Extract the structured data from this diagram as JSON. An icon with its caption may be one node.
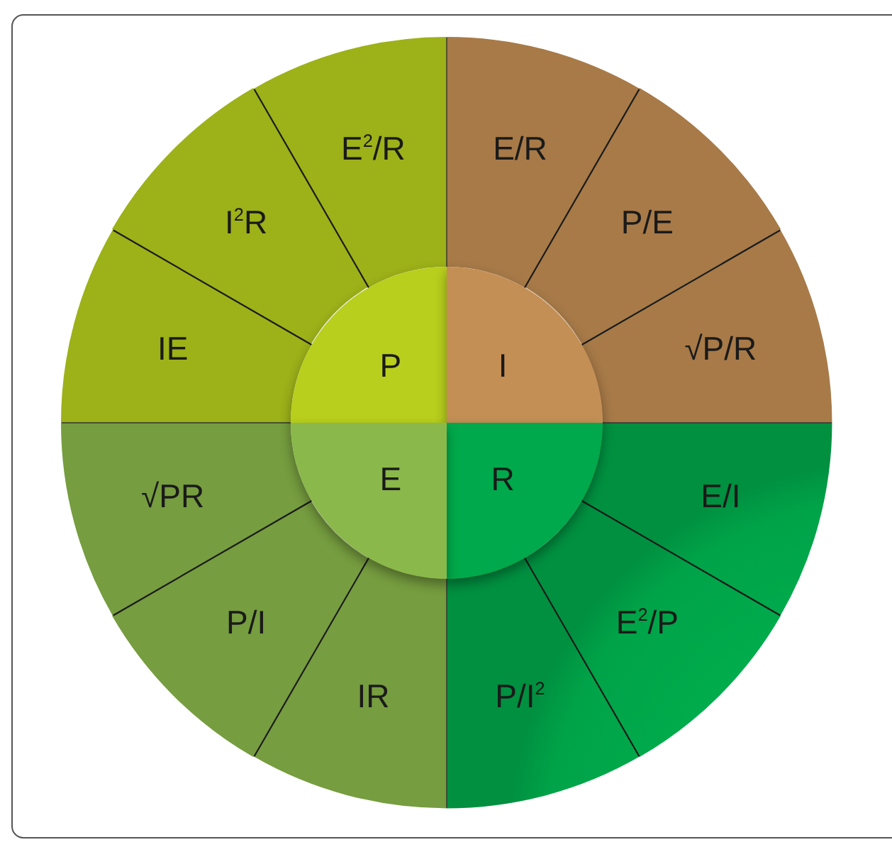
{
  "diagram": {
    "nodes": [
      {
        "text": [
          "P"
        ]
      },
      {
        "text": [
          "IE"
        ]
      },
      {
        "text": [
          "I$^{2}$R"
        ]
      },
      {
        "text": [
          "E$^{2}$/R"
        ]
      },
      {
        "text": [
          "I"
        ]
      },
      {
        "text": [
          "E/R"
        ]
      },
      {
        "text": [
          "P/E"
        ]
      },
      {
        "text": [
          "√P/R"
        ]
      },
      {
        "text": [
          "R"
        ]
      },
      {
        "text": [
          "E/I"
        ]
      },
      {
        "text": [
          "E$^{2}$/P"
        ]
      },
      {
        "text": [
          "P/I$^{2}$"
        ]
      },
      {
        "text": [
          "E"
        ]
      },
      {
        "text": [
          "IR"
        ]
      },
      {
        "text": [
          "P/I"
        ]
      },
      {
        "text": [
          "√PR"
        ]
      }
    ]
  }
}
